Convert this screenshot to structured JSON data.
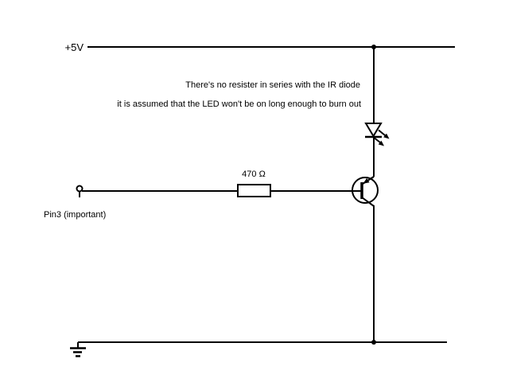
{
  "diagram": {
    "power_label": "+5V",
    "note_line1": "There's no resister in series with the IR diode",
    "note_line2": "it is assumed that the LED won't be on long enough to burn out",
    "resistor_label": "470 Ω",
    "pin_label": "Pin3 (important)",
    "colors": {
      "line": "#000000",
      "background": "#ffffff"
    }
  }
}
